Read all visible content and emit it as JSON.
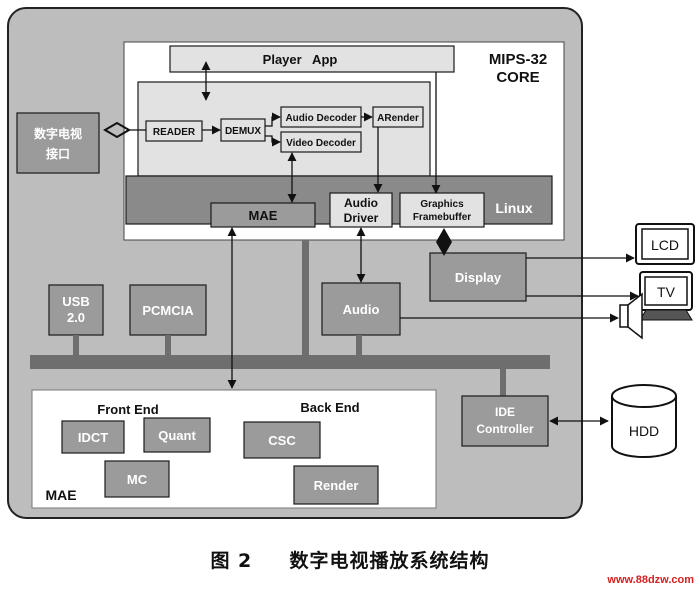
{
  "core_title_line1": "MIPS-32",
  "core_title_line2": "CORE",
  "player_app": "Player   App",
  "dtv_interface_line1": "数字电视",
  "dtv_interface_line2": "接口",
  "reader": "READER",
  "demux": "DEMUX",
  "audio_decoder": "Audio Decoder",
  "video_decoder": "Video Decoder",
  "arender": "ARender",
  "mae_driver": "MAE",
  "audio_driver_line1": "Audio",
  "audio_driver_line2": "Driver",
  "graphics_fb_line1": "Graphics",
  "graphics_fb_line2": "Framebuffer",
  "linux": "Linux",
  "display": "Display",
  "lcd": "LCD",
  "tv": "TV",
  "usb_line1": "USB",
  "usb_line2": "2.0",
  "pcmcia": "PCMCIA",
  "audio": "Audio",
  "front_end": "Front End",
  "back_end": "Back End",
  "idct": "IDCT",
  "quant": "Quant",
  "mc": "MC",
  "csc": "CSC",
  "render": "Render",
  "mae_block": "MAE",
  "ide_line1": "IDE",
  "ide_line2": "Controller",
  "hdd": "HDD",
  "caption_figure": "图 2",
  "caption_title": "数字电视播放系统结构",
  "watermark": "www.88dzw.com",
  "colors": {
    "chip_fill": "#bdbdbd",
    "core_fill": "#ffffff",
    "block_fill": "#9b9b9b",
    "bus_fill": "#6e6e6e",
    "watermark": "#d42020"
  }
}
